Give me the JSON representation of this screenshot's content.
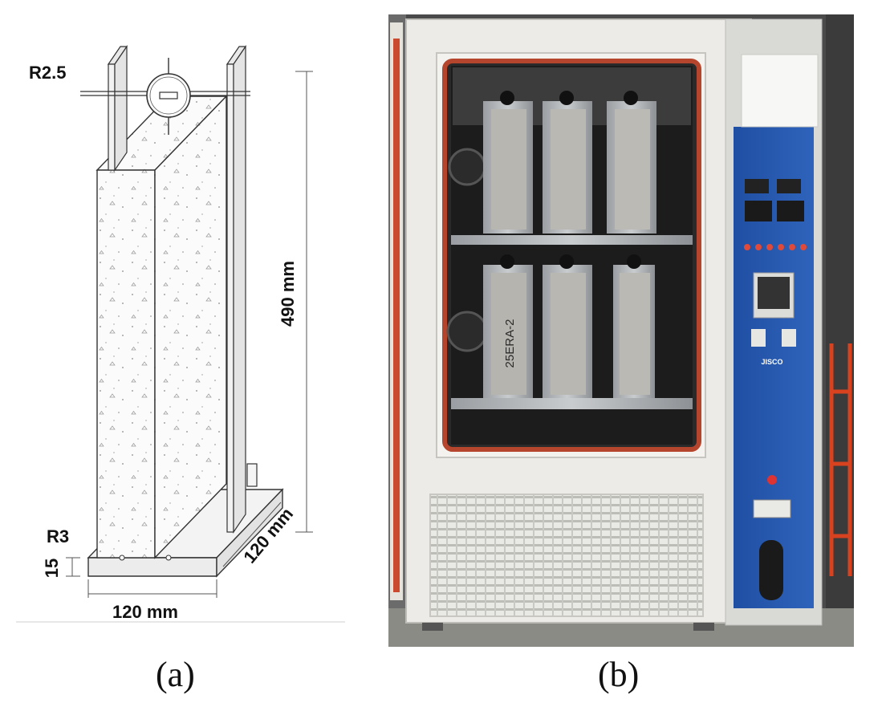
{
  "panel_a": {
    "dimensions": {
      "radius_top": "R2.5",
      "height": "490 mm",
      "radius_bottom": "R3",
      "base_thickness": "15",
      "width": "120 mm",
      "depth": "120 mm"
    },
    "caption": "(a)"
  },
  "panel_b": {
    "specimen_labels": [
      "25ERA-2"
    ],
    "panel_brand": "JISCO",
    "caption": "(b)"
  }
}
